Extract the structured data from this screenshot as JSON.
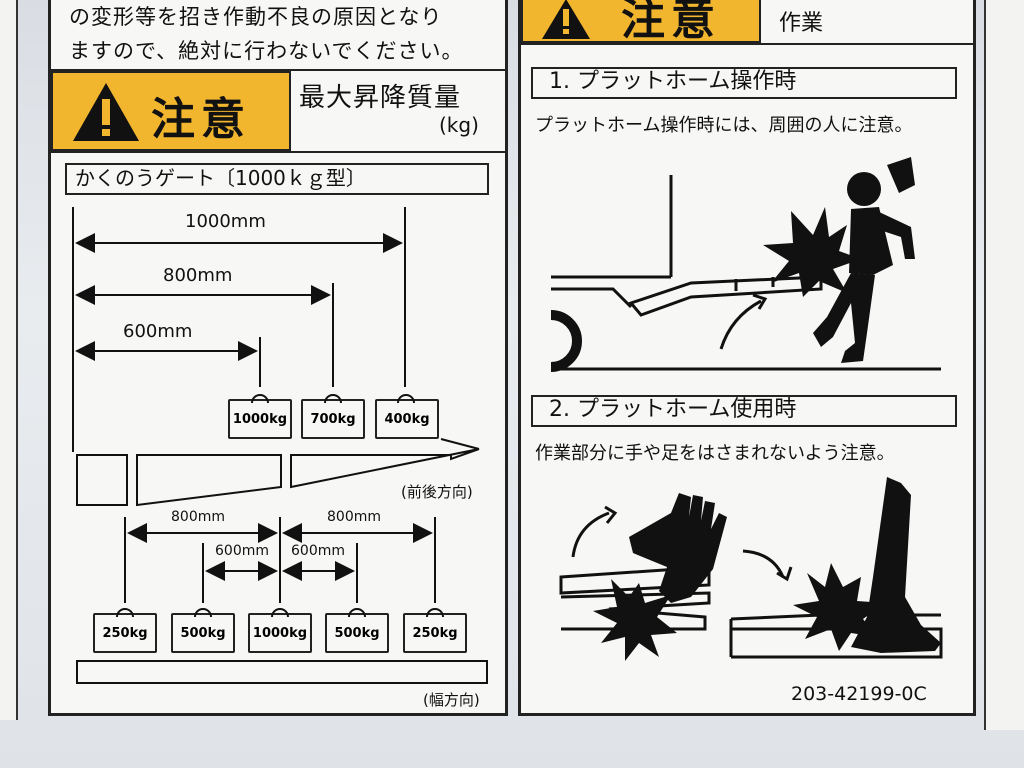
{
  "left_panel": {
    "top_text_line1": "の変形等を招き作動不良の原因となり",
    "top_text_line2": "ますので、絶対に行わないでください。",
    "warning_word": "注意",
    "title_line1": "最大昇降質量",
    "title_unit": "(kg)",
    "gate_label": "かくのうゲート〔1000ｋｇ型〕",
    "dim_1000": "1000mm",
    "dim_800": "800mm",
    "dim_600": "600mm",
    "front_weights": [
      "1000kg",
      "700kg",
      "400kg"
    ],
    "front_direction": "(前後方向)",
    "width_dims": [
      "800mm",
      "800mm",
      "600mm",
      "600mm"
    ],
    "width_weights": [
      "250kg",
      "500kg",
      "1000kg",
      "500kg",
      "250kg"
    ],
    "width_direction": "(幅方向)"
  },
  "right_panel": {
    "warning_word": "注意",
    "header_suffix": "作業",
    "section1_title": "1. プラットホーム操作時",
    "section1_text": "プラットホーム操作時には、周囲の人に注意。",
    "section2_title": "2. プラットホーム使用時",
    "section2_text": "作業部分に手や足をはさまれないよう注意。",
    "part_number": "203-42199-0C"
  },
  "colors": {
    "warning_yellow": "#f1b52e",
    "ink": "#111111",
    "sticker_bg": "#f7f7f5"
  }
}
